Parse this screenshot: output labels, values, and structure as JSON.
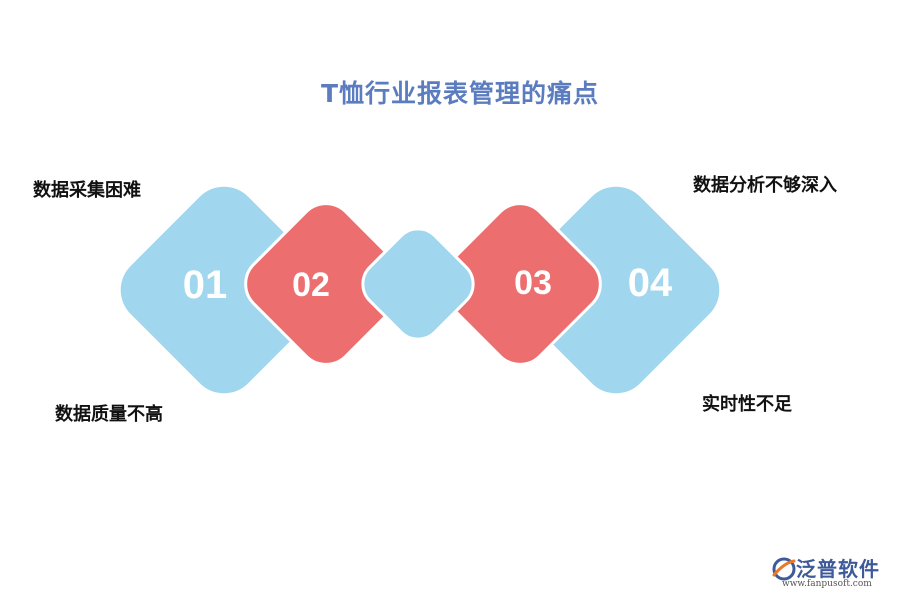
{
  "title": "T恤行业报表管理的痛点",
  "items": [
    {
      "number": "01",
      "label": "数据采集困难"
    },
    {
      "number": "02",
      "label": "数据质量不高"
    },
    {
      "number": "03",
      "label": "数据分析不够深入"
    },
    {
      "number": "04",
      "label": "实时性不足"
    }
  ],
  "colors": {
    "blue": "#a0d6ee",
    "red": "#ec6e6e",
    "title": "#5b7dc0"
  },
  "logo": {
    "name": "泛普软件",
    "url": "www.fanpusoft.com"
  }
}
